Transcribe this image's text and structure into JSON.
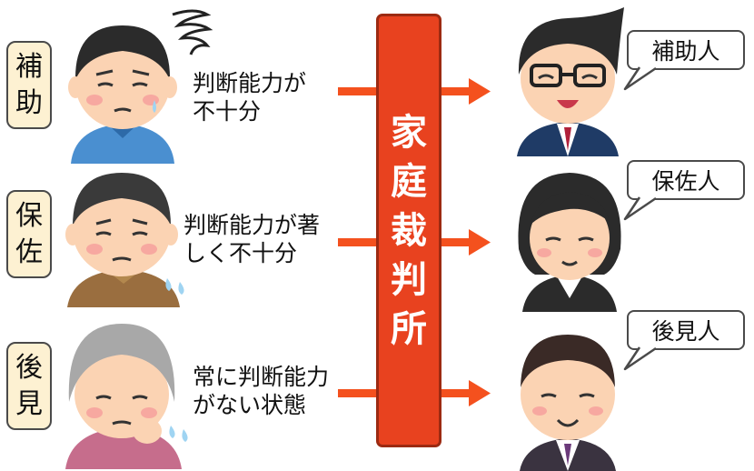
{
  "court": {
    "chars": [
      "家",
      "庭",
      "裁",
      "判",
      "所"
    ],
    "color": "#e8421f"
  },
  "rows": [
    {
      "tag": [
        "補",
        "助"
      ],
      "desc": [
        "判断能力が",
        "不十分"
      ],
      "role": "補助人"
    },
    {
      "tag": [
        "保",
        "佐"
      ],
      "desc": [
        "判断能力が著",
        "しく不十分"
      ],
      "role": "保佐人"
    },
    {
      "tag": [
        "後",
        "見"
      ],
      "desc": [
        "常に判断能力",
        "がない状態"
      ],
      "role": "後見人"
    }
  ],
  "colors": {
    "arrow": "#f4511e",
    "tag_bg": "#fdf1d2",
    "border": "#4a4a4a"
  }
}
